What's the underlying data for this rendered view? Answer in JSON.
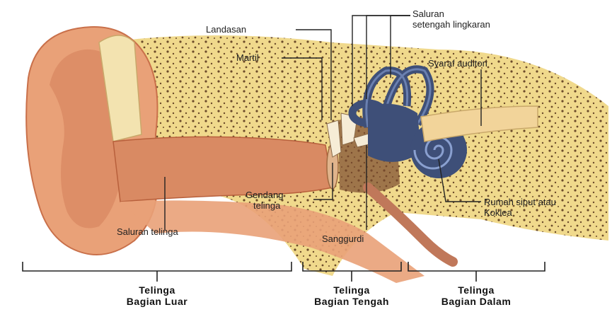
{
  "labels": {
    "landasan": "Landasan",
    "martil": "Martil",
    "saluran_setengah_1": "Saluran",
    "saluran_setengah_2": "setengah lingkaran",
    "syaraf": "Syaraf auditori",
    "gendang_1": "Gendang",
    "gendang_2": "telinga",
    "saluran_telinga": "Saluran telinga",
    "sanggurdi": "Sanggurdi",
    "rumah_siput_1": "Rumah siput atau",
    "rumah_siput_2": "Koklea"
  },
  "sections": {
    "luar_1": "Telinga",
    "luar_2": "Bagian Luar",
    "tengah_1": "Telinga",
    "tengah_2": "Bagian Tengah",
    "dalam_1": "Telinga",
    "dalam_2": "Bagian Dalam"
  },
  "colors": {
    "skin": "#e9a178",
    "skin_dark": "#c9704a",
    "canal": "#d98a63",
    "bone": "#f0d98c",
    "bone_spots": "#6b4a2a",
    "inner_ear": "#3e4f78",
    "inner_ear_light": "#6a80b0",
    "nerve": "#f2d49a"
  }
}
